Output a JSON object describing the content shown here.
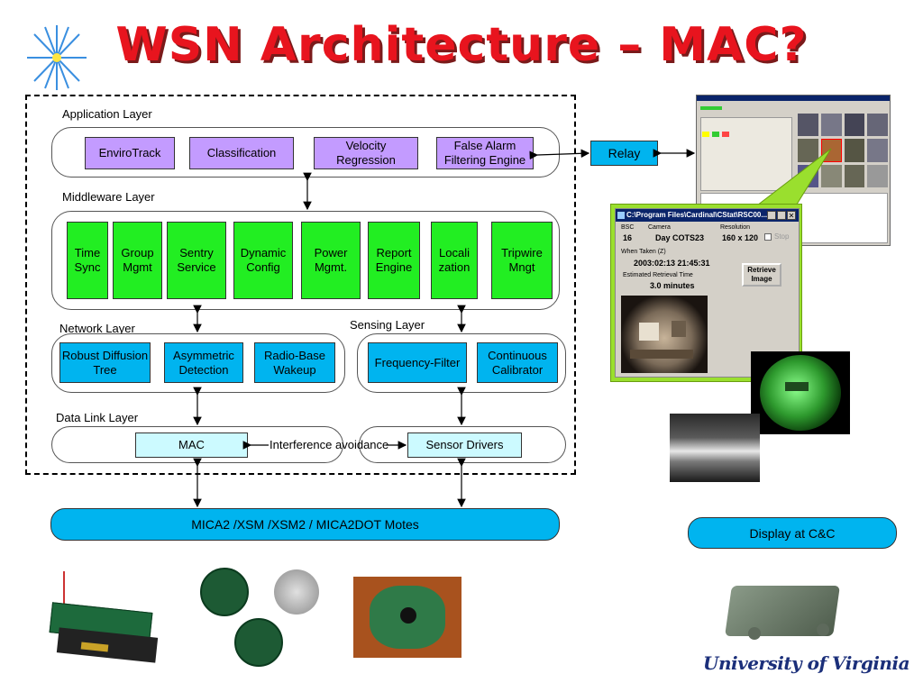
{
  "title": "WSN Architecture – MAC?",
  "layers": {
    "application": "Application Layer",
    "middleware": "Middleware Layer",
    "network": "Network Layer",
    "sensing": "Sensing Layer",
    "datalink": "Data Link Layer"
  },
  "application_boxes": [
    "EnviroTrack",
    "Classification",
    "Velocity Regression",
    "False Alarm Filtering Engine"
  ],
  "middleware_boxes": [
    "Time Sync",
    "Group Mgmt",
    "Sentry Service",
    "Dynamic Config",
    "Power Mgmt.",
    "Report Engine",
    "Locali zation",
    "Tripwire Mngt"
  ],
  "network_boxes": [
    "Robust Diffusion Tree",
    "Asymmetric Detection",
    "Radio-Base Wakeup"
  ],
  "sensing_boxes": [
    "Frequency-Filter",
    "Continuous Calibrator"
  ],
  "datalink": {
    "mac": "MAC",
    "interference": "Interference avoidance",
    "drivers": "Sensor Drivers"
  },
  "motes": "MICA2 /XSM /XSM2 / MICA2DOT Motes",
  "relay": "Relay",
  "display": "Display at C&C",
  "university": "University of Virginia",
  "window": {
    "title": "C:\\Program Files\\Cardinal\\CStat\\RSC00...",
    "bsc_label": "BSC",
    "bsc_value": "16",
    "camera_label": "Camera",
    "camera_value": "Day COTS23",
    "resolution_label": "Resolution",
    "resolution_value": "160 x 120",
    "stop": "Stop",
    "when_label": "When Taken (Z)",
    "when_value": "2003:02:13 21:45:31",
    "est_label": "Estimated Retrieval Time",
    "est_value": "3.0 minutes",
    "retrieve": "Retrieve Image"
  },
  "colors": {
    "title": "#e8141e",
    "purple": "#c39bff",
    "green": "#22ee22",
    "cyan": "#00b4ef"
  }
}
